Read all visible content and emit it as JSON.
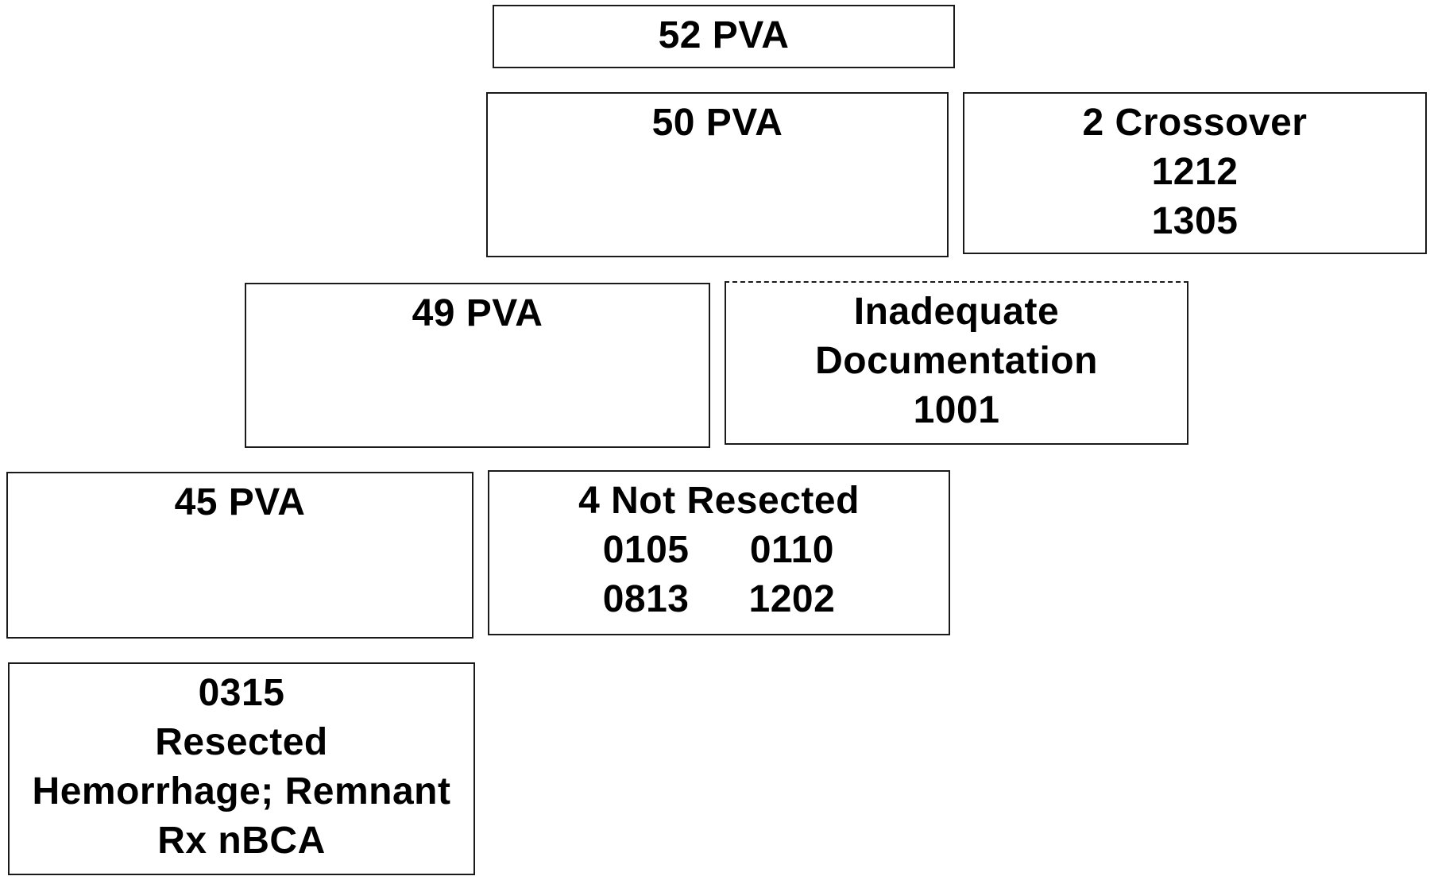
{
  "boxes": {
    "b52": {
      "lines": [
        "52 PVA"
      ]
    },
    "b50": {
      "lines": [
        "50 PVA"
      ]
    },
    "crossover": {
      "lines": [
        "2 Crossover",
        "1212",
        "1305"
      ]
    },
    "b49": {
      "lines": [
        "49 PVA"
      ]
    },
    "inadequate": {
      "lines": [
        "Inadequate",
        "Documentation",
        "1001"
      ]
    },
    "b45": {
      "lines": [
        "45 PVA"
      ]
    },
    "not_resected": {
      "title": "4 Not Resected",
      "ids": [
        [
          "0105",
          "0110"
        ],
        [
          "0813",
          "1202"
        ]
      ]
    },
    "resected": {
      "lines": [
        "0315",
        "Resected",
        "Hemorrhage; Remnant",
        "Rx nBCA"
      ]
    }
  }
}
